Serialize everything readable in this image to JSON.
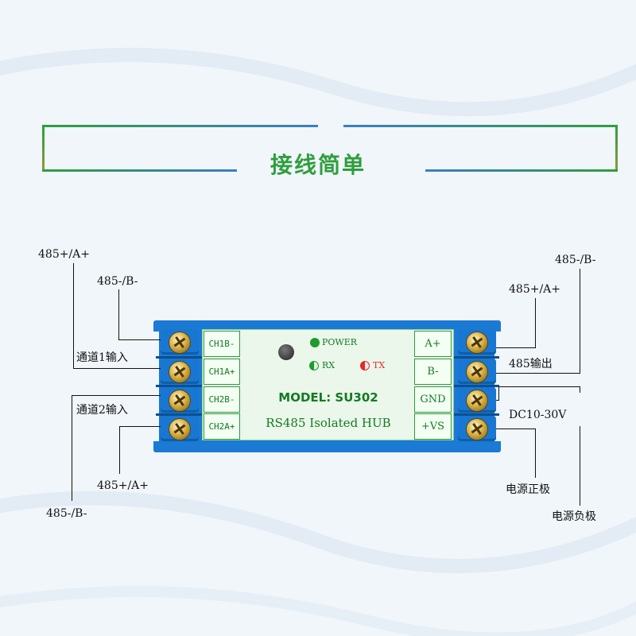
{
  "header": {
    "title": "接线简单"
  },
  "device": {
    "left_terminals": [
      "CH1B-",
      "CH1A+",
      "CH2B-",
      "CH2A+"
    ],
    "right_terminals": [
      "A+",
      "B-",
      "GND",
      "+VS"
    ],
    "leds": {
      "power": "POWER",
      "rx": "RX",
      "tx": "TX"
    },
    "model": "MODEL: SU302",
    "subtitle": "RS485 Isolated HUB"
  },
  "annotations": {
    "left": {
      "ch1_a": "485+/A+",
      "ch1_b": "485-/B-",
      "ch1_input": "通道1输入",
      "ch2_input": "通道2输入",
      "ch2_a": "485+/A+",
      "ch2_b": "485-/B-"
    },
    "right": {
      "out_b": "485-/B-",
      "out_a": "485+/A+",
      "output": "485输出",
      "power": "DC10-30V",
      "positive": "电源正极",
      "negative": "电源负极"
    }
  },
  "colors": {
    "accent_green": "#2f9e3e",
    "device_blue": "#1a7ad4",
    "label_green": "#157a22",
    "tx_red": "#e02a2a",
    "background": "#f1f6fb"
  }
}
